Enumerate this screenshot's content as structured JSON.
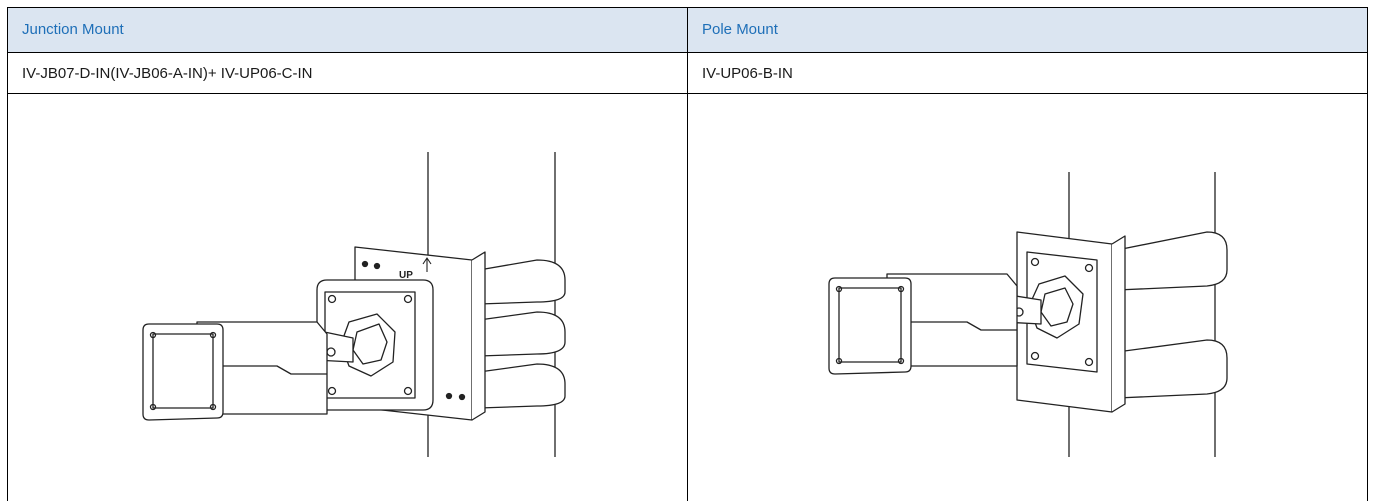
{
  "table": {
    "headers": [
      "Junction Mount",
      "Pole Mount"
    ],
    "models": [
      "IV-JB07-D-IN(IV-JB06-A-IN)+ IV-UP06-C-IN",
      "IV-UP06-B-IN"
    ],
    "images": [
      {
        "name": "junction-mount-illustration",
        "label": "UP"
      },
      {
        "name": "pole-mount-illustration"
      }
    ]
  }
}
